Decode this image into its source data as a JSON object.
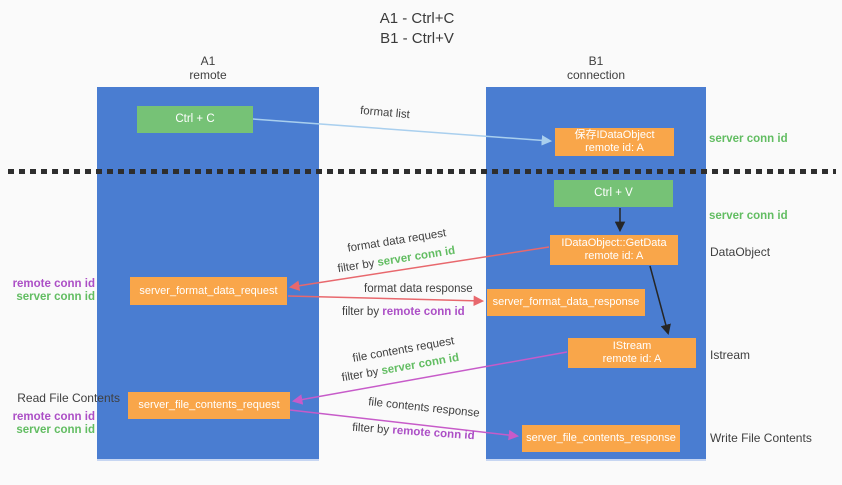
{
  "title": {
    "line1": "A1 - Ctrl+C",
    "line2": "B1 - Ctrl+V"
  },
  "lifelines": {
    "a": {
      "name": "A1",
      "subtitle": "remote"
    },
    "b": {
      "name": "B1",
      "subtitle": "connection"
    }
  },
  "nodes": {
    "ctrl_c": {
      "label": "Ctrl + C"
    },
    "ctrl_v": {
      "label": "Ctrl + V"
    },
    "save_idataobject": {
      "line1": "保存IDataObject",
      "line2": "remote id: A"
    },
    "getdata": {
      "line1": "IDataObject::GetData",
      "line2": "remote id: A"
    },
    "istream": {
      "line1": "IStream",
      "line2": "remote id: A"
    },
    "server_format_data_request": {
      "label": "server_format_data_request"
    },
    "server_format_data_response": {
      "label": "server_format_data_response"
    },
    "server_file_contents_request": {
      "label": "server_file_contents_request"
    },
    "server_file_contents_response": {
      "label": "server_file_contents_response"
    }
  },
  "edge_labels": {
    "format_list": "format list",
    "format_data_request": "format data request",
    "format_data_response": "format data response",
    "file_contents_request": "file contents request",
    "file_contents_response": "file contents response",
    "filter_by": "filter by ",
    "server_conn_id": "server conn id",
    "remote_conn_id": "remote conn id"
  },
  "side_labels": {
    "right_server_conn_id_top": "server conn id",
    "right_server_conn_id_mid": "server conn id",
    "right_dataobject": "DataObject",
    "right_istream": "Istream",
    "right_write_file_contents": "Write File Contents",
    "left_remote_conn_id_1": "remote conn id",
    "left_server_conn_id_1": "server conn id",
    "left_read_file_contents": "Read File Contents",
    "left_remote_conn_id_2": "remote conn id",
    "left_server_conn_id_2": "server conn id"
  },
  "colors": {
    "column_blue": "#4a7dd1",
    "box_green": "#76c276",
    "box_orange": "#f9a64a",
    "green_text": "#62bd62",
    "purple_text": "#ac4fc6",
    "red_arrow": "#e8686d",
    "light_blue_arrow": "#a9cfee",
    "magenta_arrow": "#c75bc9",
    "black_arrow": "#262626"
  }
}
